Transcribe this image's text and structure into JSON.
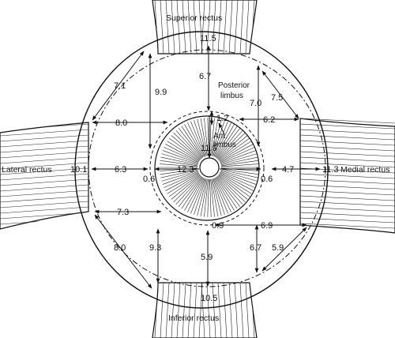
{
  "muscles": {
    "superior": "Superior rectus",
    "inferior": "Inferior rectus",
    "lateral": "Lateral rectus",
    "medial": "Medial rectus"
  },
  "limbus": {
    "posterior_line1": "Posterior",
    "posterior_line2": "limbus",
    "anterior_line1": "Ant.",
    "anterior_line2": "limbus"
  },
  "measurements": {
    "superior_width": "11.5",
    "inferior_width": "10.5",
    "lateral_width": "10.1",
    "medial_width": "11.3",
    "sup_lat_diag": "7.1",
    "sup_lat_vert": "9.9",
    "sup_center": "6.7",
    "sup_med_vert": "7.0",
    "sup_med_diag": "7.5",
    "limbus_width": "1.2",
    "lat_upper_horiz": "8.0",
    "med_upper_horiz": "6.2",
    "cornea_vertical": "11.9",
    "cornea_horizontal": "12.3",
    "lat_center": "6.3",
    "med_center": "4.7",
    "left_small": "0.6",
    "right_small": "0.6",
    "lat_lower_horiz": "7.3",
    "inf_small": "0.9",
    "med_lower_horiz": "6.9",
    "inf_lat_diag": "8.0",
    "inf_lat_vert": "9.3",
    "inf_center": "5.9",
    "inf_med_vert": "6.7",
    "inf_med_diag": "5.9"
  }
}
